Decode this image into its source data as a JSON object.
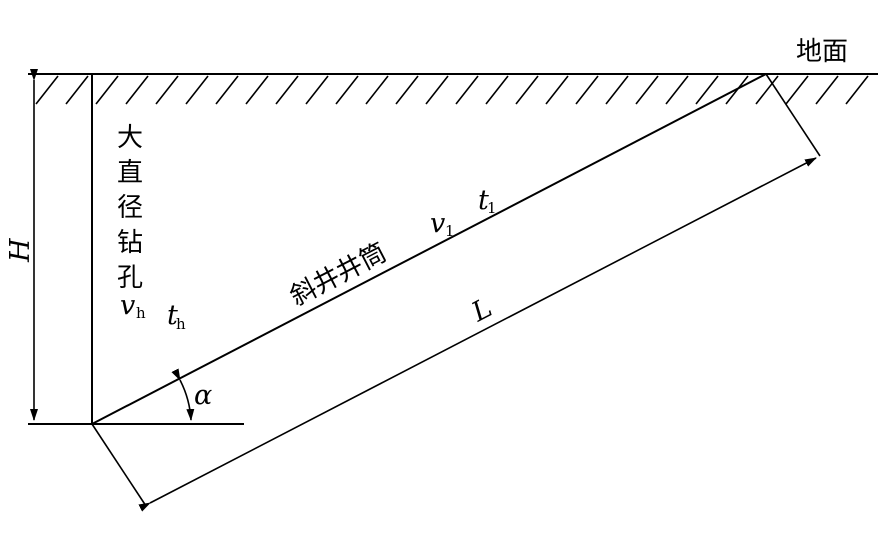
{
  "labels": {
    "ground": "地面",
    "borehole": [
      "大",
      "直",
      "径",
      "钻",
      "孔"
    ],
    "borehole_speed_symbol": "v",
    "borehole_speed_sub": "h",
    "borehole_time_symbol": "t",
    "borehole_time_sub": "h",
    "incline_shaft": "斜井井筒",
    "incline_speed_symbol": "v",
    "incline_speed_sub": "1",
    "incline_time_symbol": "t",
    "incline_time_sub": "1",
    "depth": "H",
    "length": "L",
    "angle": "α"
  }
}
